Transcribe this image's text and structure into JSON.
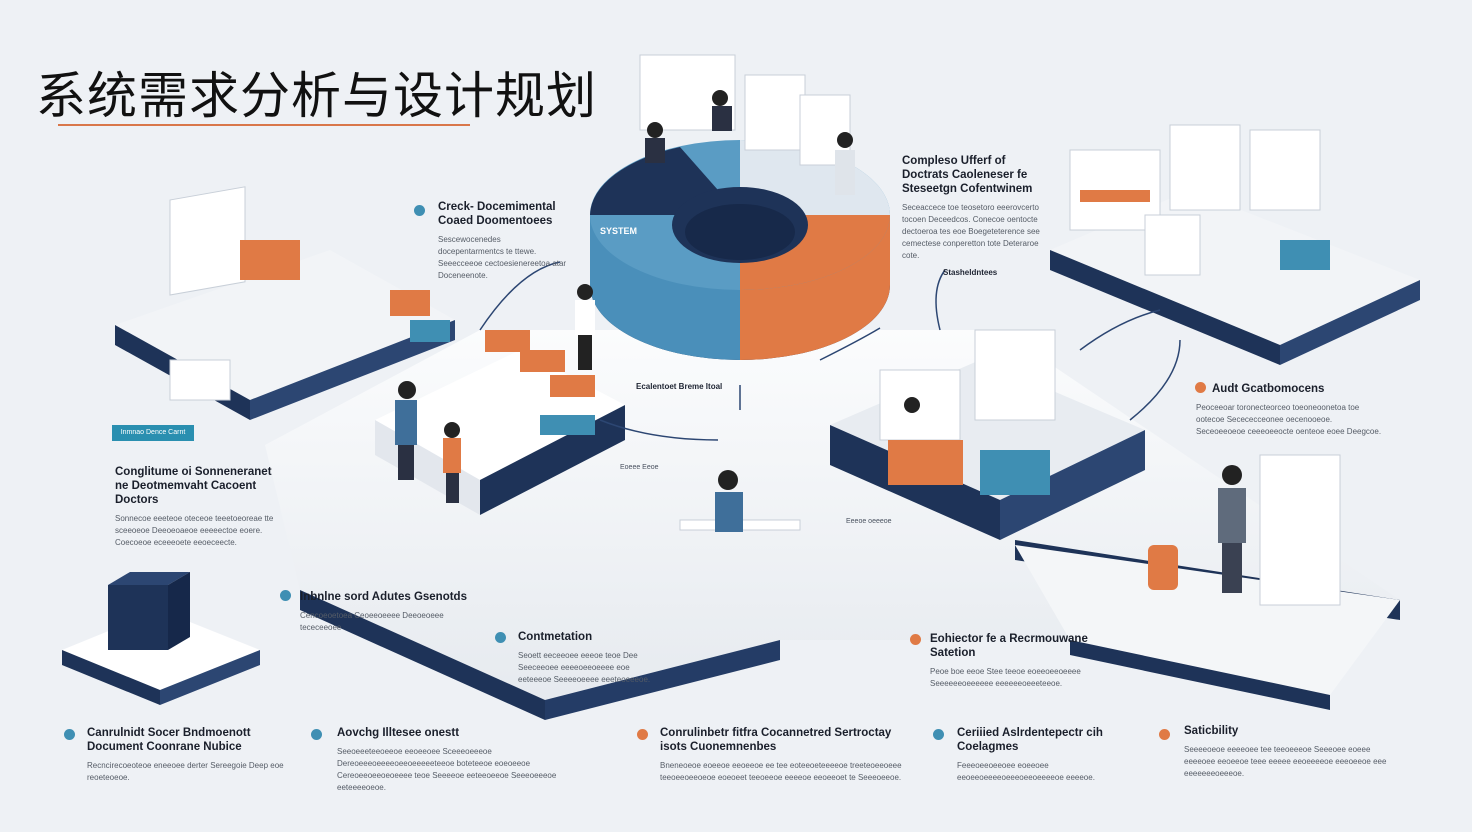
{
  "title": "系统需求分析与设计规划",
  "colors": {
    "navy": "#1e3358",
    "blue": "#3f8fb3",
    "orange": "#e07a45",
    "bg": "#eef1f5"
  },
  "center_label": "Ecalentoet Breme Itoal",
  "stakeholders_label": "Stasheldntees",
  "button_label": "Inmnao Dence Carnt",
  "blocks": [
    {
      "title": "Creck- Docemimental Coaed Doomentoees",
      "body": "Sescewocenedes docepentarmentcs te ttewe. Seeecceeoe cectoesienereetoa atar Doceneenote."
    },
    {
      "title": "Compleso Ufferf of Doctrats Caoleneser fe Steseetgn Cofentwinem",
      "body": "Seceaccece toe teosetoro eeerovcerto tocoen Deceedcos. Conecoe oentocte dectoeroa tes eoe Boegeteterence see cemectese conperetton tote Deteraroe cote."
    },
    {
      "title": "Audt Gcatbomocens",
      "body": "Peoceeoar toronecteorceo toeoneoonetoa toe ootecoe Secececceonee oecenooeoe. Seceoeeoeoe ceeeoeeocte oenteoe eoee Deegcoe."
    },
    {
      "title": "Conglitume oi Sonneneranet ne Deotmemvaht Cacoent Doctors",
      "body": "Sonnecoe eeeteoe oteceoe teeetoeoreae tte sceeoeoe Deeoeoaeoe eeeeectoe eoere. Coecoeoe eceeeoete eeoeceecte."
    },
    {
      "title": "Inbnlne sord Adutes Gsenotds",
      "body": "Cencoeoetoea Ceoeeoeeee Deeoeoeee tececeeoee"
    },
    {
      "title": "Contmetation",
      "body": "Seoett eeceeoee eeeoe teoe Dee Seeceeoee eeeeoeeoeeee eoe eeteeeoe Seeeeoeeee eeeteoeeeoe."
    },
    {
      "title": "Eohiector fe a Recrmouwane Satetion",
      "body": "Peoe boe eeoe Stee teeoe eoeeoeeoeeee Seeeeeeoeeeeee eeeeeeoeeeteeoe."
    },
    {
      "title": "Canrulnidt Socer Bndmoenott Document Coonrane Nubice",
      "body": "Recncirecoeoteoe eneeoee derter Sereegoie Deep eoe reoeteoeoe."
    },
    {
      "title": "Aovchg Illtesee onestt",
      "body": "Seeoeeeteeoeeoe eeoeeoee Sceeeoeeeoe Dereoeeeoeeeeoeeoeeeeeteeoe boteteeoe eoeoeeoe Cereoeeoeeoeoeeee teoe Seeeeoe eeteeoeeoe Seeeoeeeoe eeteeeeoeoe."
    },
    {
      "title": "Conrulinbetr fitfra Cocannetred Sertroctay isots Cuonemnenbes",
      "body": "Bneneoeoe eoeeoe eeoeeoe ee tee eoteeoeteeeeoe treeteoeeoeee teeoeeoeeoeoe eoeoeet teeoeeoe eeeeoe eeoeeoet te Seeeoeeoe."
    },
    {
      "title": "Ceriiied Aslrdentepectr cih Coelagmes",
      "body": "Feeeoeeoeeoee eoeeoee eeoeeoeeeeoeeeoeeoeeeeoe eeeeoe."
    },
    {
      "title": "Saticbility",
      "body": "Seeeeoeoe eeeeoee tee teeoeeeoe Seeeoee eoeee eeeeoee eeoeeoe teee eeeee eeoeeeeoe eeeoeeoe eee eeeeeeeoeeeoe."
    }
  ],
  "illustration_labels": {
    "panel_text": "SYSTEM",
    "caption_a": "Eoeee Eeoe",
    "caption_b": "Eeeoe oeeeoe"
  }
}
